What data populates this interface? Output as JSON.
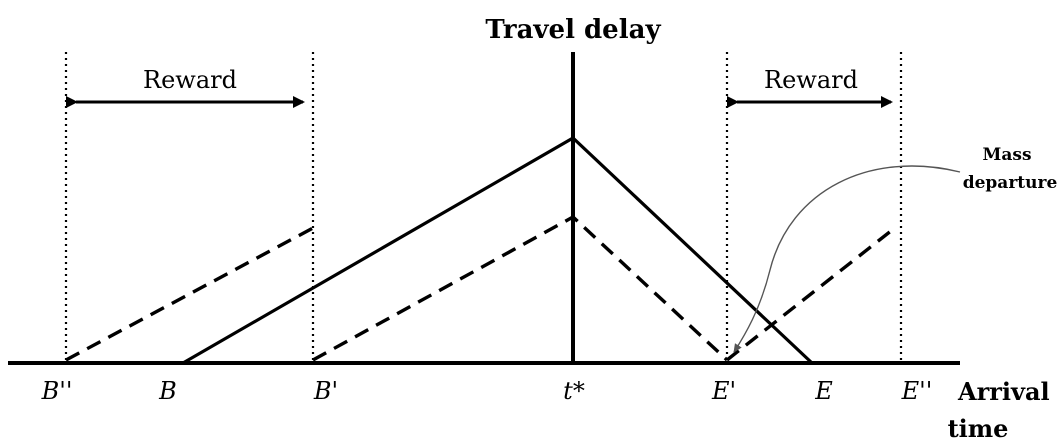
{
  "title": "Travel delay",
  "reward_left": "Reward",
  "reward_right": "Reward",
  "annotation": {
    "line1": "Mass",
    "line2": "departure"
  },
  "x_axis_label": {
    "line1": "Arrival",
    "line2": "time"
  },
  "ticks": {
    "b_double": "B''",
    "b": "B",
    "b_prime": "B'",
    "t_star": "t*",
    "e_prime": "E'",
    "e": "E",
    "e_double": "E''"
  }
}
